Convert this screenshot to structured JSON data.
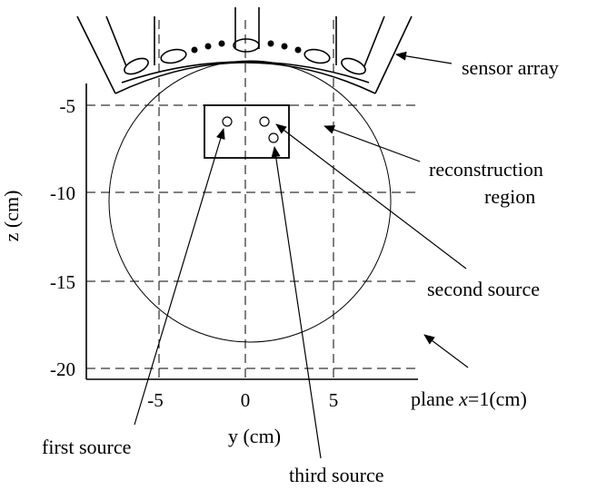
{
  "axes": {
    "y_label": "y (cm)",
    "z_label": "z (cm)",
    "y_ticks": [
      "-5",
      "0",
      "5"
    ],
    "z_ticks": [
      "-5",
      "-10",
      "-15",
      "-20"
    ]
  },
  "labels": {
    "sensor_array": "sensor array",
    "reconstruction_region_line1": "reconstruction",
    "reconstruction_region_line2": "region",
    "second_source": "second source",
    "plane_prefix": "plane ",
    "plane_var": "x",
    "plane_suffix": "=1(cm)",
    "first_source": "first source",
    "third_source": "third source"
  }
}
